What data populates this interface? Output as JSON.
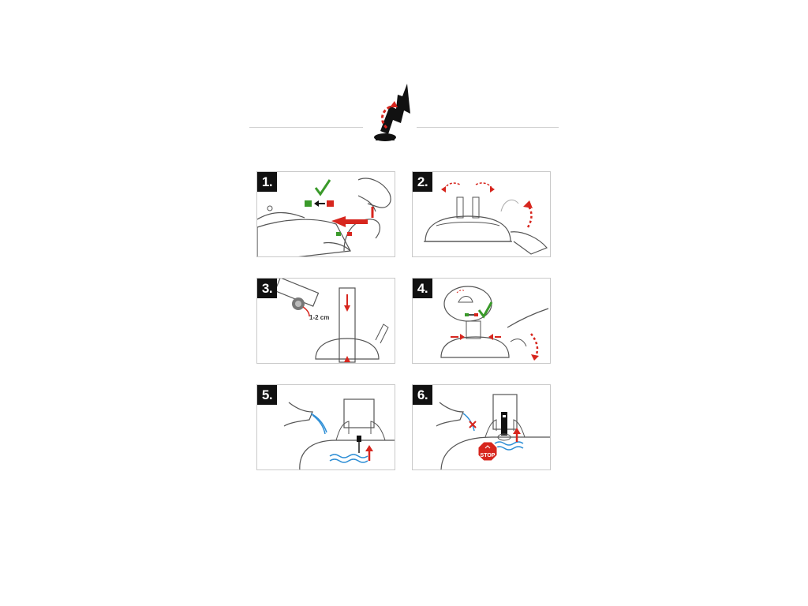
{
  "steps": [
    {
      "number": "1.",
      "icon": "lock-release-icon"
    },
    {
      "number": "2.",
      "icon": "open-clamps-icon"
    },
    {
      "number": "3.",
      "icon": "insert-trunk-icon"
    },
    {
      "number": "4.",
      "icon": "close-clamps-icon"
    },
    {
      "number": "5.",
      "icon": "fill-water-icon"
    },
    {
      "number": "6.",
      "icon": "stop-water-icon"
    }
  ],
  "annotations": {
    "step3_measure": "1-2 cm",
    "step6_stop": "STOP"
  },
  "colors": {
    "accent": "#d7261e",
    "check": "#3a9a2a",
    "water": "#2f8fd6",
    "stroke": "#555555",
    "badge": "#111111"
  }
}
